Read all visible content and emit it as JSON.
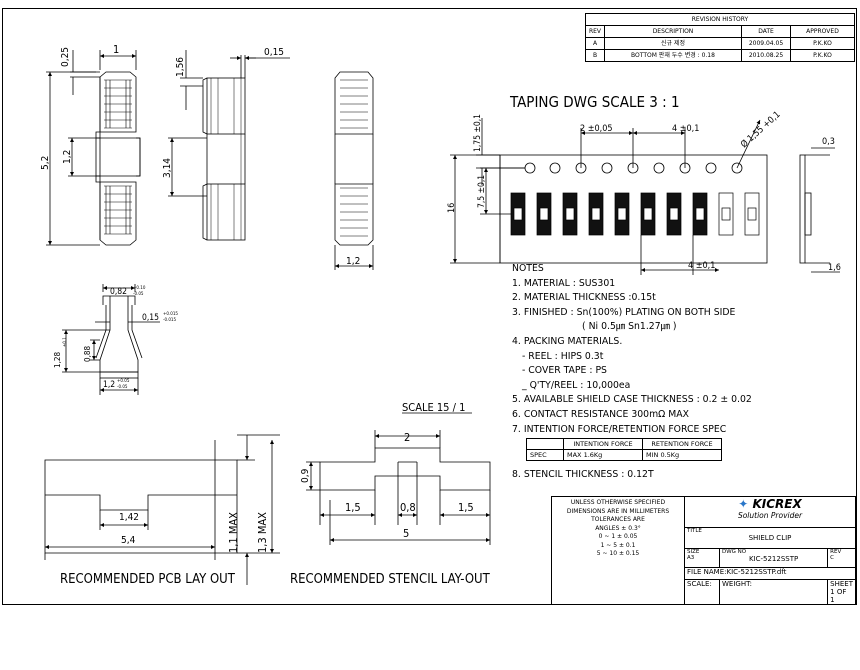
{
  "revision_history": {
    "title": "REVISION HISTORY",
    "headers": [
      "REV",
      "DESCRIPTION",
      "DATE",
      "APPROVED"
    ],
    "rows": [
      {
        "rev": "A",
        "description": "신규 제정",
        "date": "2009.04.05",
        "approved": "P.K.KO"
      },
      {
        "rev": "B",
        "description": "BOTTOM 판재 두수 변경 : 0.18",
        "date": "2010.08.25",
        "approved": "P.K.KO"
      }
    ]
  },
  "dims": {
    "top_width": "1",
    "top_025": "0,25",
    "side_015": "0,15",
    "d156": "1,56",
    "d52": "5,2",
    "d12": "1,2",
    "d314": "3,14",
    "end_12": "1,2",
    "d082": "0,82",
    "d082_tol_p": "+0.10",
    "d082_tol_m": "-0.05",
    "d015b": "0,15",
    "d015b_tol_p": "+0.015",
    "d015b_tol_m": "-0.015",
    "d128": "1,28",
    "d128_tol": "±0.1",
    "d088": "0,88",
    "d12b": "1,2",
    "d12b_tol_p": "+0.05",
    "d12b_tol_m": "-0.05",
    "pcb_142": "1,42",
    "pcb_54": "5,4",
    "pcb_11": "1,1 MAX",
    "pcb_13": "1,3 MAX",
    "st_2": "2",
    "st_09": "0,9",
    "st_15a": "1,5",
    "st_08": "0,8",
    "st_15b": "1,5",
    "st_5": "5"
  },
  "taping": {
    "title": "TAPING DWG SCALE 3 : 1",
    "d175": "1,75 ±0,1",
    "d2": "2 ±0,05",
    "d4": "4 ±0,1",
    "d155": "Ø 1,55 +0,1",
    "d75": "7,5 ±0,1",
    "d16": "16",
    "d4b": "4 ±0,1",
    "d03": "0,3",
    "d16b": "1,6"
  },
  "scale_label": "SCALE 15 / 1",
  "pcb_caption": "RECOMMENDED PCB LAY OUT",
  "stencil_caption": "RECOMMENDED STENCIL LAY-OUT",
  "notes": {
    "heading": "NOTES",
    "lines": [
      "1. MATERIAL : SUS301",
      "2. MATERIAL THICKNESS :0.15t",
      "3. FINISHED : Sn(100%) PLATING ON BOTH SIDE",
      "( Ni 0.5㎛  Sn1.27㎛ )",
      "4. PACKING MATERIALS.",
      "- REEL : HIPS 0.3t",
      "- COVER TAPE : PS",
      "_ Q'TY/REEL : 10,000ea",
      "5. AVAILABLE SHIELD CASE THICKNESS : 0.2 ± 0.02",
      "6. CONTACT RESISTANCE 300mΩ MAX",
      "7. INTENTION FORCE/RETENTION FORCE SPEC"
    ],
    "line8": "8. STENCIL THICKNESS : 0.12T"
  },
  "force_table": {
    "headers": [
      "",
      "INTENTION FORCE",
      "RETENTION FORCE"
    ],
    "row": [
      "SPEC",
      "MAX 1.6Kg",
      "MIN 0.5Kg"
    ]
  },
  "tolerance": {
    "lines": [
      "UNLESS OTHERWISE SPECIFIED",
      "DIMENSIONS ARE IN MILLIMETERS",
      "TOLERANCES ARE",
      "ANGLES ± 0.3°",
      "0  ~  1  ±  0.05",
      "1  ~  5  ±  0.1",
      "5  ~  10  ±  0.15"
    ]
  },
  "title_block": {
    "logo": "KICREX",
    "tagline": "Solution Provider",
    "title_label": "TITLE",
    "title": "SHIELD CLIP",
    "size_label": "SIZE",
    "size": "A3",
    "dwg_label": "DWG NO",
    "dwg_no": "KIC-5212SSTP",
    "rev_label": "REV",
    "rev": "C",
    "file_name": "FILE NAME:KIC-5212SSTP.dft",
    "scale": "SCALE:",
    "weight": "WEIGHT:",
    "sheet": "SHEET 1 OF 1"
  },
  "colors": {
    "line": "#000000",
    "paper": "#ffffff"
  }
}
